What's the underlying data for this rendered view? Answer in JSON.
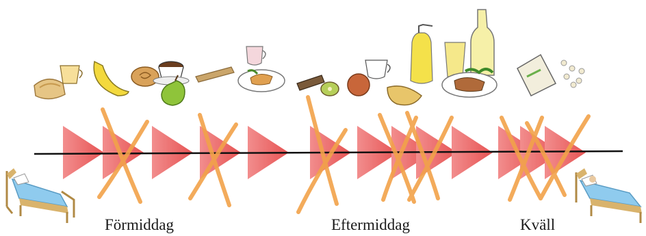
{
  "labels": {
    "morning": "Förmiddag",
    "afternoon": "Eftermiddag",
    "evening": "Kväll"
  },
  "icons": {
    "arrow": "play-arrow-icon",
    "cross": "cross-out-icon",
    "bed": "bed-icon",
    "foods": [
      "sandwich-icon",
      "coffee-cup-icon",
      "banana-icon",
      "cinnamon-bun-icon",
      "coffee-cup-icon",
      "pear-icon",
      "crispbread-icon",
      "lunch-plate-icon",
      "granola-bar-icon",
      "kiwi-icon",
      "apple-icon",
      "milk-cup-icon",
      "pasty-icon",
      "juice-bottle-icon",
      "juice-glass-icon",
      "wine-bottle-icon",
      "dinner-plate-icon",
      "snack-bag-icon"
    ]
  },
  "colors": {
    "arrow": "#e83a3a",
    "cross": "#f2a24a",
    "line": "#111111",
    "bed_blanket": "#8fcbee",
    "bed_frame": "#d9b36c"
  }
}
